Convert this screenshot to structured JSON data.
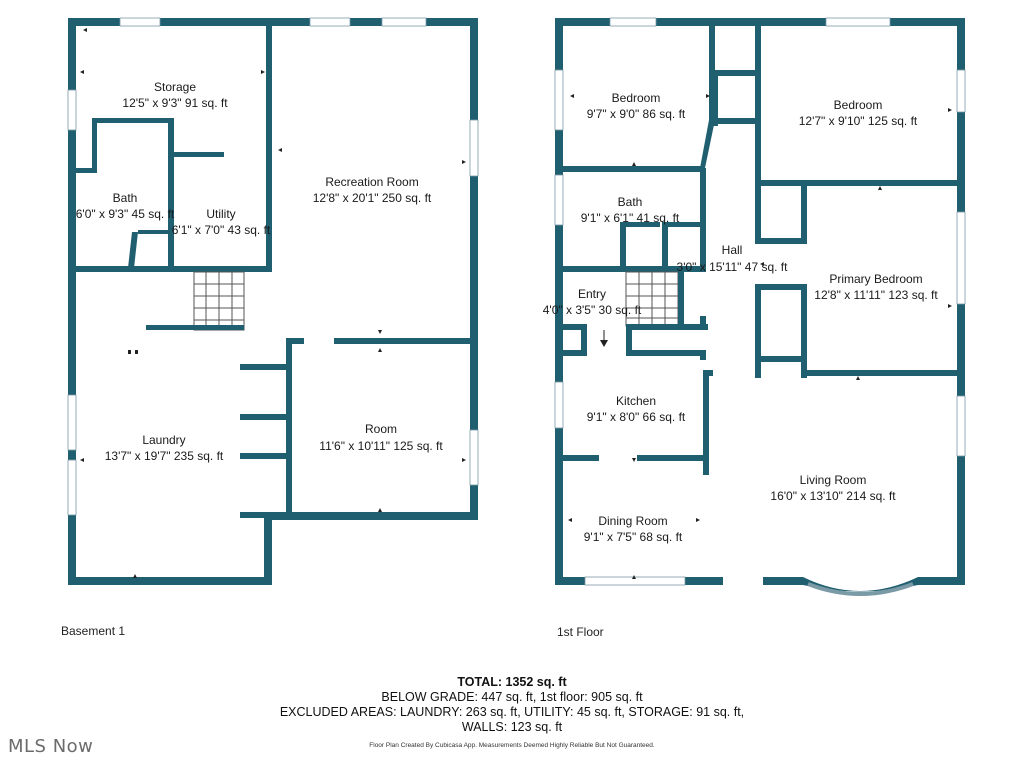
{
  "floors": [
    {
      "name": "Basement 1"
    },
    {
      "name": "1st Floor"
    }
  ],
  "rooms": {
    "storage": {
      "name": "Storage",
      "size": "12'5\" x 9'3\" 91 sq. ft"
    },
    "bath_b": {
      "name": "Bath",
      "size": "6'0\" x 9'3\" 45 sq. ft"
    },
    "utility": {
      "name": "Utility",
      "size": "6'1\" x 7'0\" 43 sq. ft"
    },
    "recreation": {
      "name": "Recreation Room",
      "size": "12'8\" x 20'1\" 250 sq. ft"
    },
    "laundry": {
      "name": "Laundry",
      "size": "13'7\" x 19'7\" 235 sq. ft"
    },
    "room": {
      "name": "Room",
      "size": "11'6\" x 10'11\" 125 sq. ft"
    },
    "bedroom1": {
      "name": "Bedroom",
      "size": "9'7\" x 9'0\" 86 sq. ft"
    },
    "bedroom2": {
      "name": "Bedroom",
      "size": "12'7\" x 9'10\" 125 sq. ft"
    },
    "bath_1": {
      "name": "Bath",
      "size": "9'1\" x 6'1\" 41 sq. ft"
    },
    "hall": {
      "name": "Hall",
      "size": "3'0\" x 15'11\" 47 sq. ft"
    },
    "primary": {
      "name": "Primary Bedroom",
      "size": "12'8\" x 11'11\" 123 sq. ft"
    },
    "entry": {
      "name": "Entry",
      "size": "4'0\" x 3'5\" 30 sq. ft"
    },
    "kitchen": {
      "name": "Kitchen",
      "size": "9'1\" x 8'0\" 66 sq. ft"
    },
    "living": {
      "name": "Living Room",
      "size": "16'0\" x 13'10\" 214 sq. ft"
    },
    "dining": {
      "name": "Dining Room",
      "size": "9'1\" x 7'5\" 68 sq. ft"
    }
  },
  "summary": {
    "total": "TOTAL: 1352 sq. ft",
    "line1": "BELOW GRADE: 447 sq. ft, 1st floor: 905 sq. ft",
    "line2": "EXCLUDED AREAS: LAUNDRY: 263 sq. ft, UTILITY: 45 sq. ft, STORAGE: 91 sq. ft,",
    "line3": "WALLS: 123 sq. ft"
  },
  "disclaimer": "Floor Plan Created By Cubicasa App. Measurements Deemed Highly Reliable But Not Guaranteed.",
  "logo": "MLS Now",
  "colors": {
    "wall": "#1f5f70",
    "window": "#7a9aa5",
    "background": "#ffffff"
  }
}
